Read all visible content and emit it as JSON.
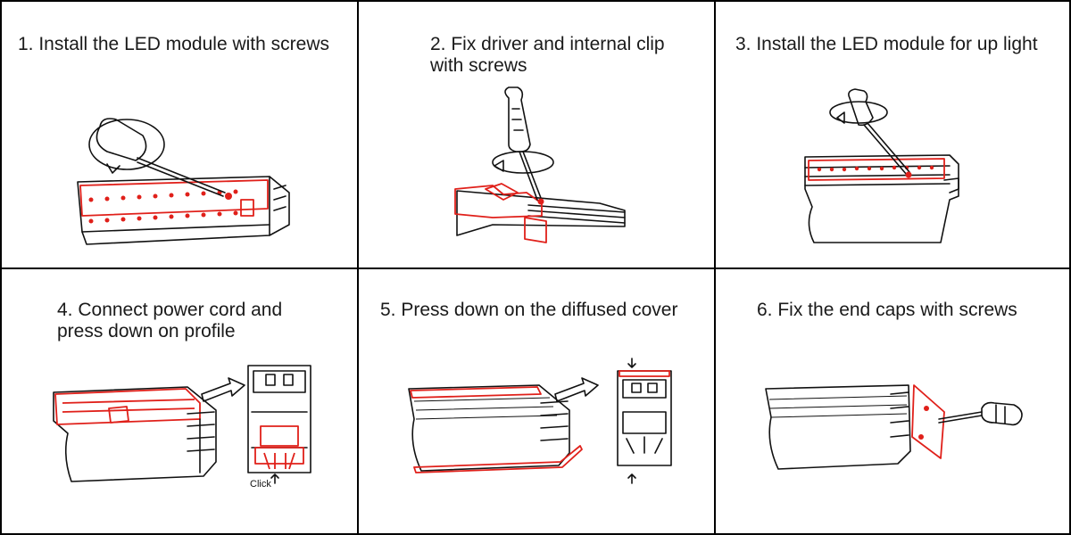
{
  "steps": [
    {
      "caption": "1. Install the LED module with screws"
    },
    {
      "caption": "2. Fix driver and internal clip\nwith screws"
    },
    {
      "caption": "3. Install the LED module for up light"
    },
    {
      "caption": "4. Connect power cord and\npress down on profile"
    },
    {
      "caption": "5. Press down on the diffused cover"
    },
    {
      "caption": "6. Fix the end caps with screws"
    }
  ],
  "labels": {
    "click": "Click"
  },
  "colors": {
    "accent": "#e0201a",
    "line": "#111111",
    "border": "#000000"
  }
}
